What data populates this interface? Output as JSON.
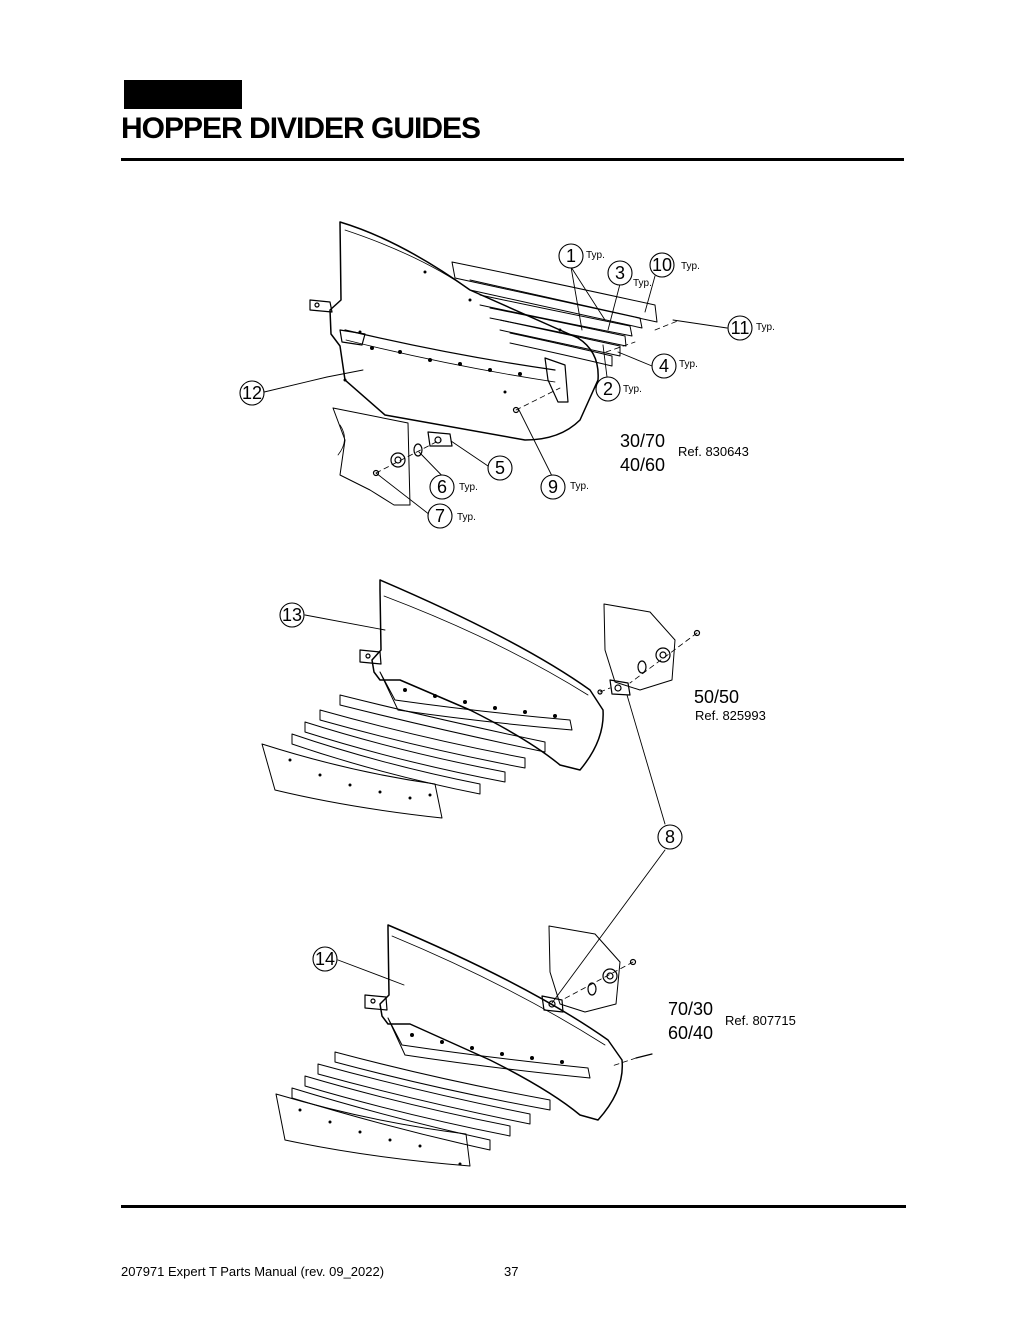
{
  "header": {
    "title": "HOPPER DIVIDER GUIDES"
  },
  "callouts": {
    "c1": "1",
    "c2": "2",
    "c3": "3",
    "c4": "4",
    "c5": "5",
    "c6": "6",
    "c7": "7",
    "c8": "8",
    "c9": "9",
    "c10": "10",
    "c11": "11",
    "c12": "12",
    "c13": "13",
    "c14": "14",
    "typ": "Typ."
  },
  "assemblies": [
    {
      "ratio_1": "30/70",
      "ratio_2": "40/60",
      "ref": "Ref. 830643"
    },
    {
      "ratio_1": "50/50",
      "ref": "Ref. 825993"
    },
    {
      "ratio_1": "70/30",
      "ratio_2": "60/40",
      "ref": "Ref. 807715"
    }
  ],
  "footer": {
    "manual": "207971 Expert T Parts Manual (rev. 09_2022)",
    "page": "37"
  }
}
